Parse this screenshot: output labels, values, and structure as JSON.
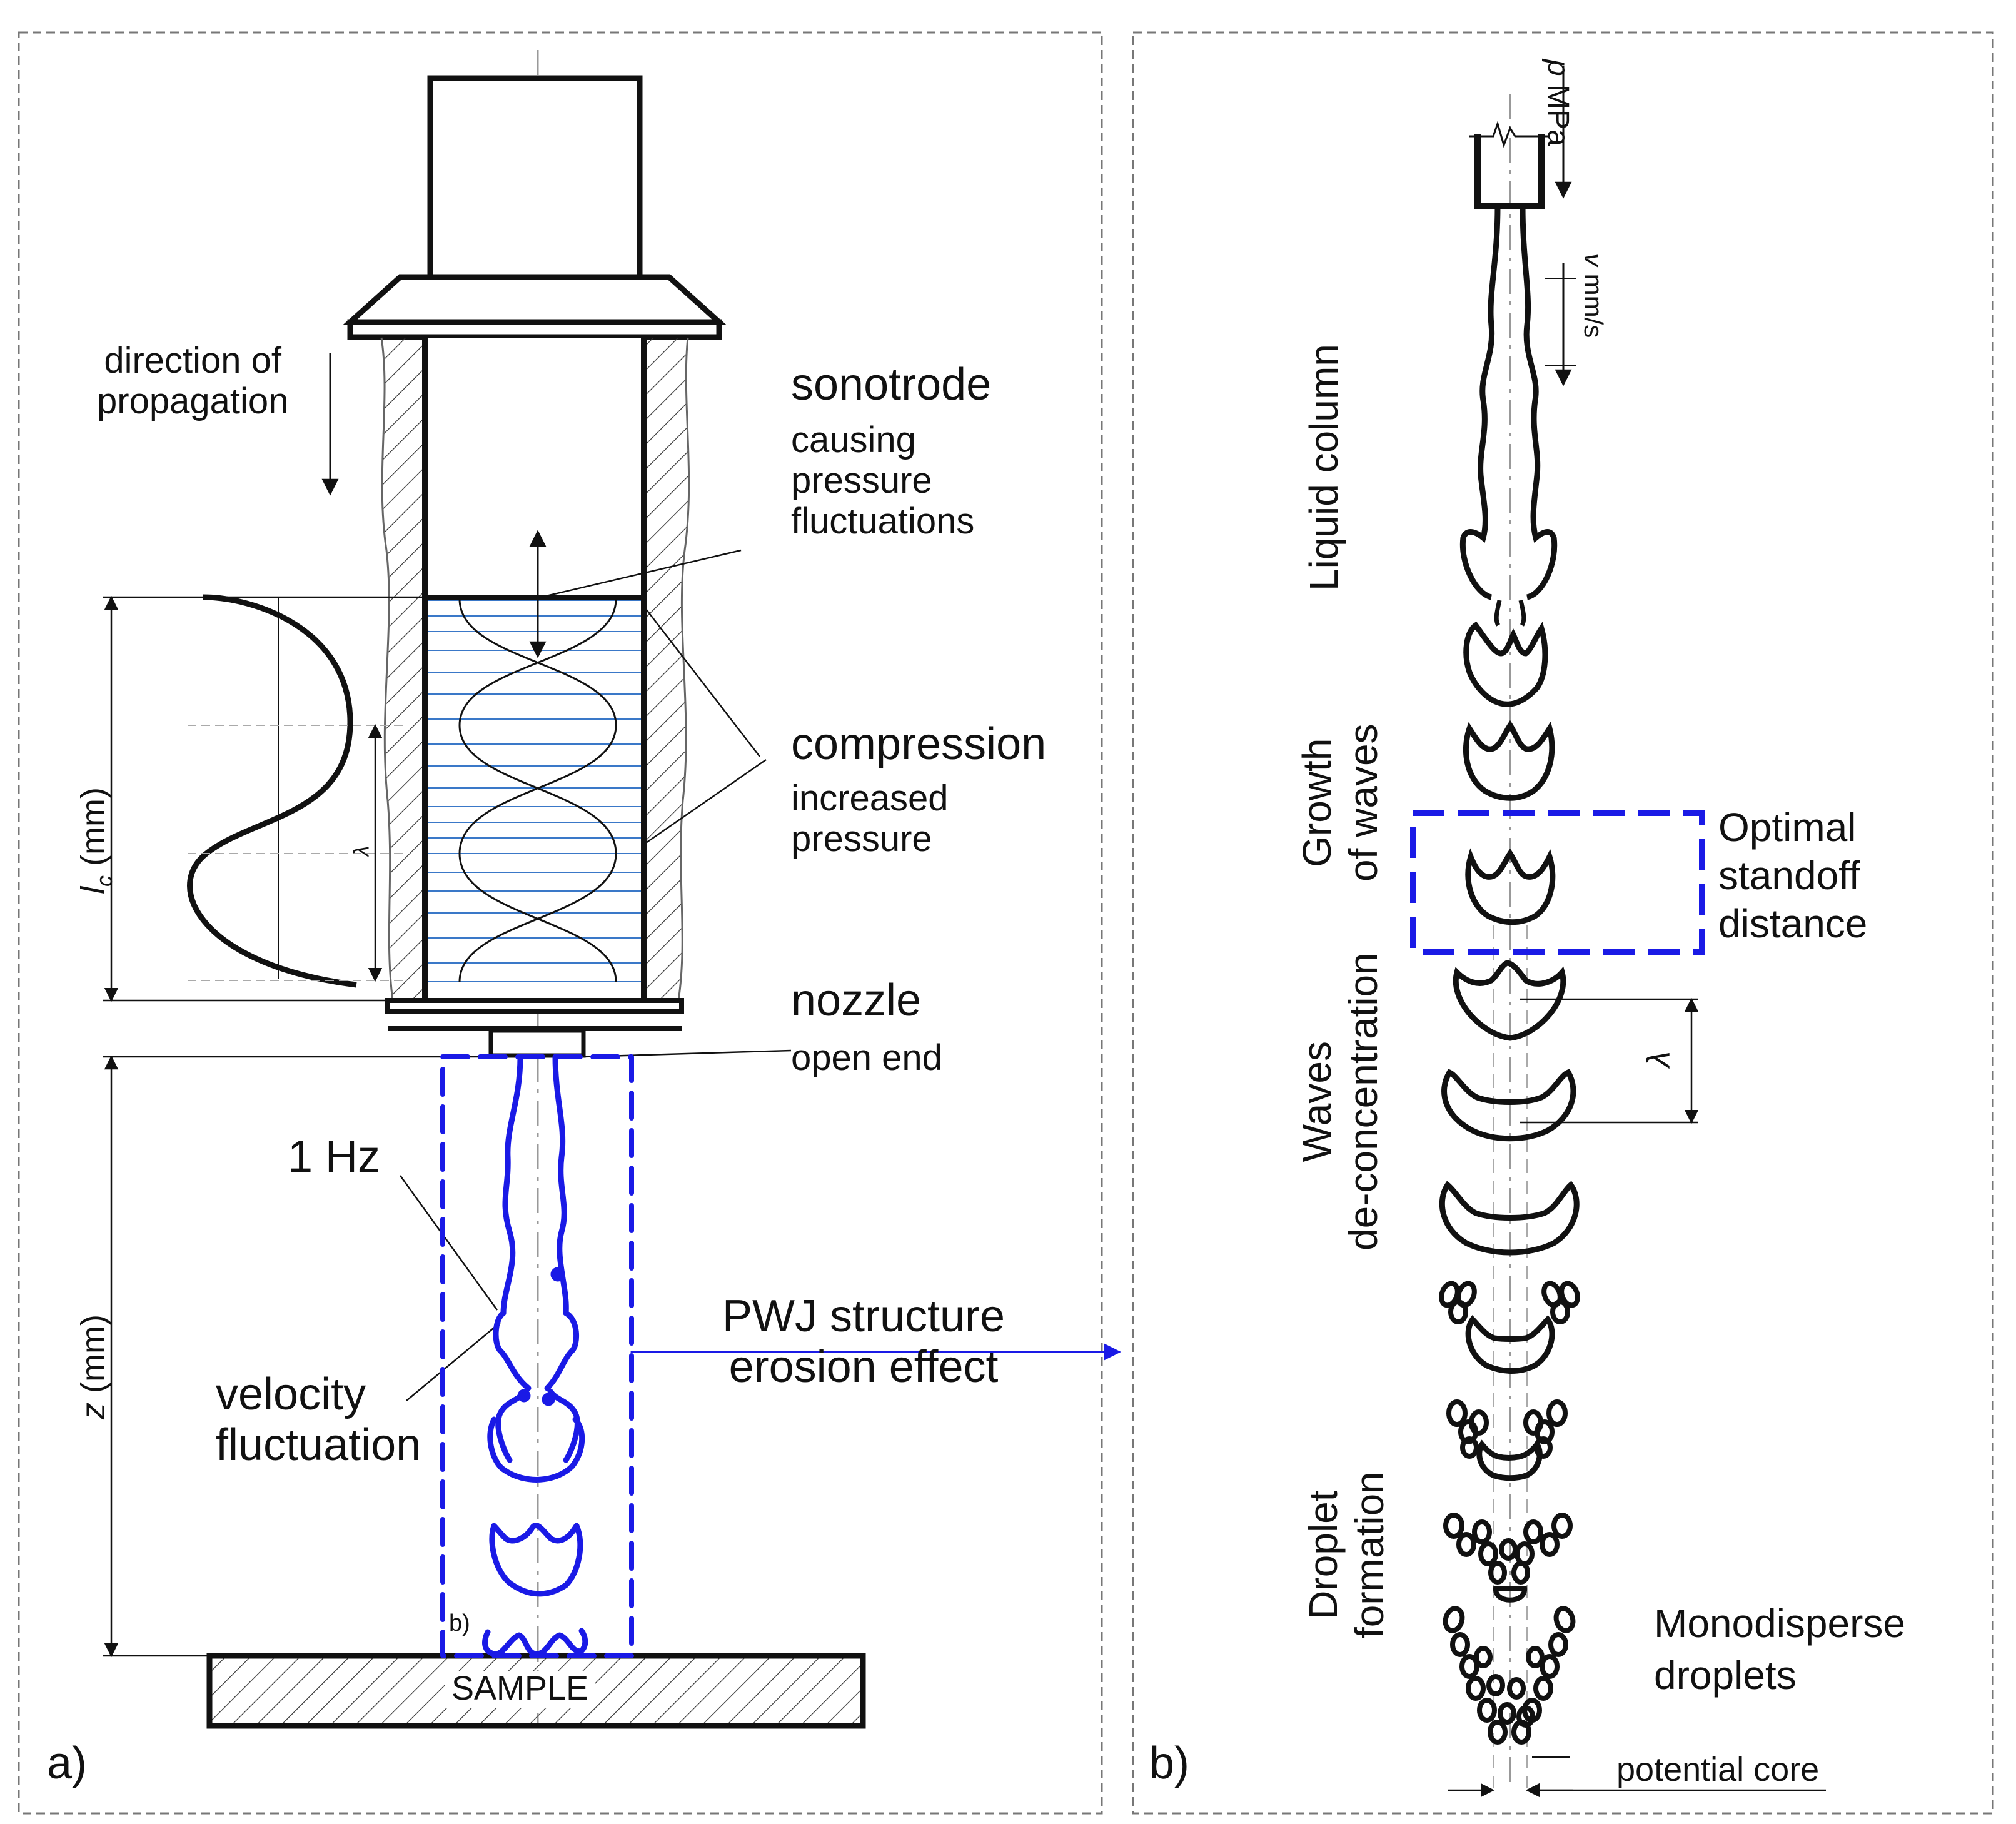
{
  "panel_a": {
    "panel_label": "a)",
    "direction": "direction of\npropagation",
    "sonotrode_title": "sonotrode",
    "sonotrode_desc": "causing\npressure\nfluctuations",
    "compression_title": "compression",
    "compression_desc": "increased\npressure",
    "nozzle_title": "nozzle",
    "nozzle_desc": "open end",
    "freq": "1 Hz",
    "velocity": "velocity\nfluctuation",
    "pwj": "PWJ structure\nerosion effect",
    "sample": "SAMPLE",
    "lc_prefix": "l",
    "lc_sub": "c",
    "lc_unit": " (mm)",
    "z_prefix": "z",
    "z_unit": " (mm)",
    "lambda": "λ",
    "b_marker": "b)"
  },
  "panel_b": {
    "panel_label": "b)",
    "pressure_sym": "p",
    "pressure_unit": " MPa",
    "velocity_sym": "v",
    "velocity_unit": " mm/s",
    "liquid_column": "Liquid column",
    "growth": "Growth\nof waves",
    "optimal": "Optimal\nstandoff\ndistance",
    "waves": "Waves\nde-concentration",
    "droplet_formation": "Droplet\nformation",
    "monodisperse": "Monodisperse\ndroplets",
    "lambda": "λ",
    "potential_core": "potential core"
  },
  "colors": {
    "ink": "#111111",
    "accent_blue": "#1a1ae6",
    "liquid_blue": "#3a78c8"
  }
}
